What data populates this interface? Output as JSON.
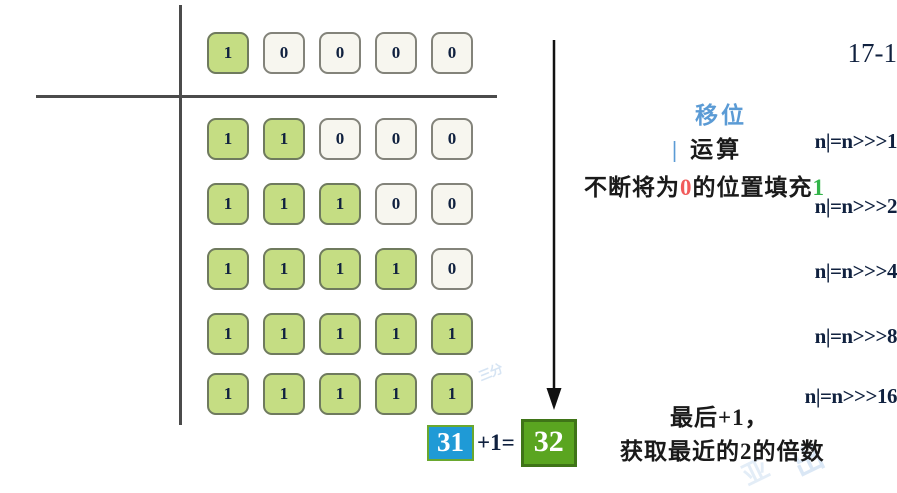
{
  "diagram": {
    "title_label": "17-1",
    "rows": [
      {
        "label": "17-1",
        "bits": [
          "1",
          "0",
          "0",
          "0",
          "0"
        ],
        "on": [
          true,
          false,
          false,
          false,
          false
        ]
      },
      {
        "label": "n|=n>>>1",
        "bits": [
          "1",
          "1",
          "0",
          "0",
          "0"
        ],
        "on": [
          true,
          true,
          false,
          false,
          false
        ]
      },
      {
        "label": "n|=n>>>2",
        "bits": [
          "1",
          "1",
          "1",
          "0",
          "0"
        ],
        "on": [
          true,
          true,
          true,
          false,
          false
        ]
      },
      {
        "label": "n|=n>>>4",
        "bits": [
          "1",
          "1",
          "1",
          "1",
          "0"
        ],
        "on": [
          true,
          true,
          true,
          true,
          false
        ]
      },
      {
        "label": "n|=n>>>8",
        "bits": [
          "1",
          "1",
          "1",
          "1",
          "1"
        ],
        "on": [
          true,
          true,
          true,
          true,
          true
        ]
      },
      {
        "label": "n|=n>>>16",
        "bits": [
          "1",
          "1",
          "1",
          "1",
          "1"
        ],
        "on": [
          true,
          true,
          true,
          true,
          true
        ]
      }
    ],
    "annotations": {
      "shift": "移位",
      "or_pipe": "|",
      "or_word": "运算",
      "fill_pre": "不断将为",
      "fill_zero": "0",
      "fill_mid": "的位置填充",
      "fill_one": "1",
      "last_plus_one": "最后+1，",
      "get_nearest": "获取最近的2的倍数"
    },
    "result": {
      "value_before": "31",
      "operator": "+1=",
      "value_after": "32"
    },
    "watermark": {
      "mid": "三分",
      "br1": "出",
      "br2": "亚"
    },
    "colors": {
      "bit_on": "#c5dd83",
      "bit_off": "#f7f6ef",
      "accent_blue": "#5b9bd5",
      "result_blue": "#1f9ad6",
      "result_green": "#5aa520",
      "highlight_red": "#f15b5b",
      "highlight_green": "#33b44a",
      "rule": "#4b4b4b"
    }
  }
}
